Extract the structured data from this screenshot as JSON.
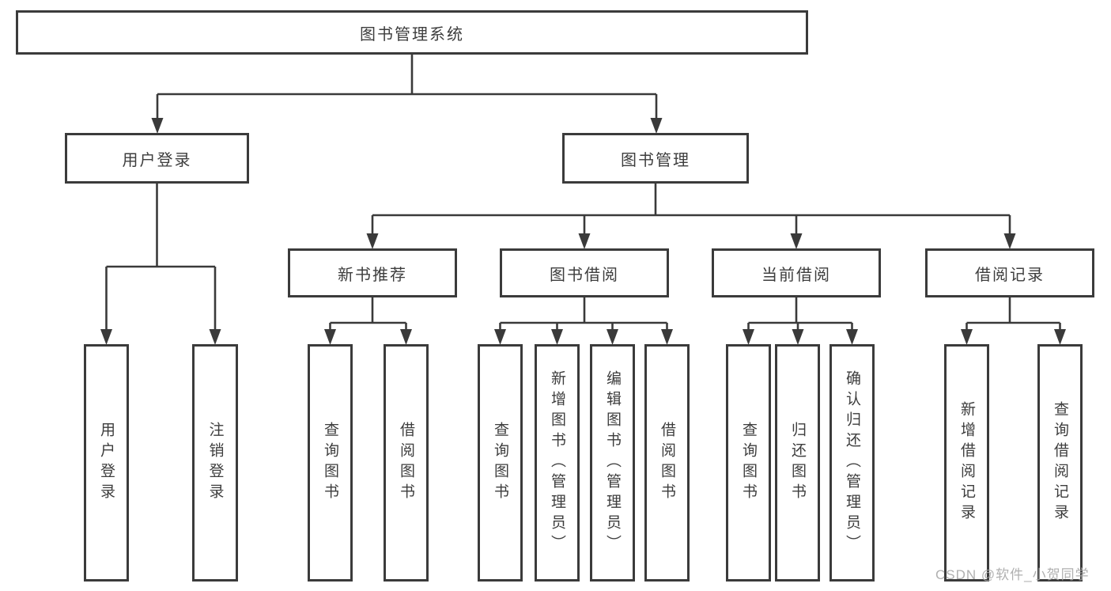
{
  "diagram": {
    "type": "hierarchy-chart",
    "title": "图书管理系统"
  },
  "colors": {
    "line": "#3a3a3a",
    "box_border": "#3b3b3b",
    "box_fill": "#ffffff",
    "text": "#3d3d3d",
    "watermark": "#a8a8a8",
    "background": "#ffffff"
  },
  "nodes": {
    "root": {
      "label": "图书管理系统"
    },
    "user_login": {
      "label": "用户登录"
    },
    "book_mgmt": {
      "label": "图书管理"
    },
    "new_book_rec": {
      "label": "新书推荐"
    },
    "book_borrow": {
      "label": "图书借阅"
    },
    "current_borrow": {
      "label": "当前借阅"
    },
    "borrow_record": {
      "label": "借阅记录"
    },
    "leaves": [
      {
        "label": "用户登录",
        "parent": "用户登录"
      },
      {
        "label": "注销登录",
        "parent": "用户登录"
      },
      {
        "label": "查询图书",
        "parent": "新书推荐"
      },
      {
        "label": "借阅图书",
        "parent": "新书推荐"
      },
      {
        "label": "查询图书",
        "parent": "图书借阅"
      },
      {
        "label": "新增图书（管理员）",
        "parent": "图书借阅"
      },
      {
        "label": "编辑图书（管理员）",
        "parent": "图书借阅"
      },
      {
        "label": "借阅图书",
        "parent": "图书借阅"
      },
      {
        "label": "查询图书",
        "parent": "当前借阅"
      },
      {
        "label": "归还图书",
        "parent": "当前借阅"
      },
      {
        "label": "确认归还（管理员）",
        "parent": "当前借阅"
      },
      {
        "label": "新增借阅记录",
        "parent": "借阅记录"
      },
      {
        "label": "查询借阅记录",
        "parent": "借阅记录"
      }
    ]
  },
  "watermark": {
    "text": "CSDN @软件_小贺同学"
  }
}
